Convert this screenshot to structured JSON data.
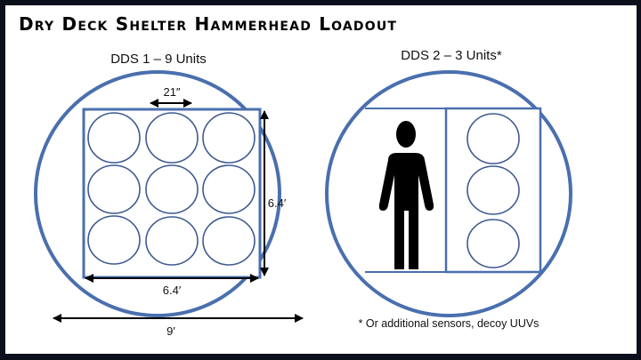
{
  "title": "Dry Deck Shelter Hammerhead Loadout",
  "colors": {
    "accent": "#4a6fae",
    "border": "#0b0f1c",
    "figure": "#000000"
  },
  "left_panel": {
    "heading": "DDS 1 – 9 Units",
    "unit_count": 9,
    "grid": "3x3",
    "dimensions": {
      "unit_width": "21″",
      "rack_height": "6.4′",
      "rack_width": "6.4′",
      "shelter_diameter": "9′"
    }
  },
  "right_panel": {
    "heading": "DDS 2 – 3 Units*",
    "unit_count": 3,
    "footnote": "* Or additional sensors, decoy UUVs",
    "figure_icon": "person-icon"
  }
}
